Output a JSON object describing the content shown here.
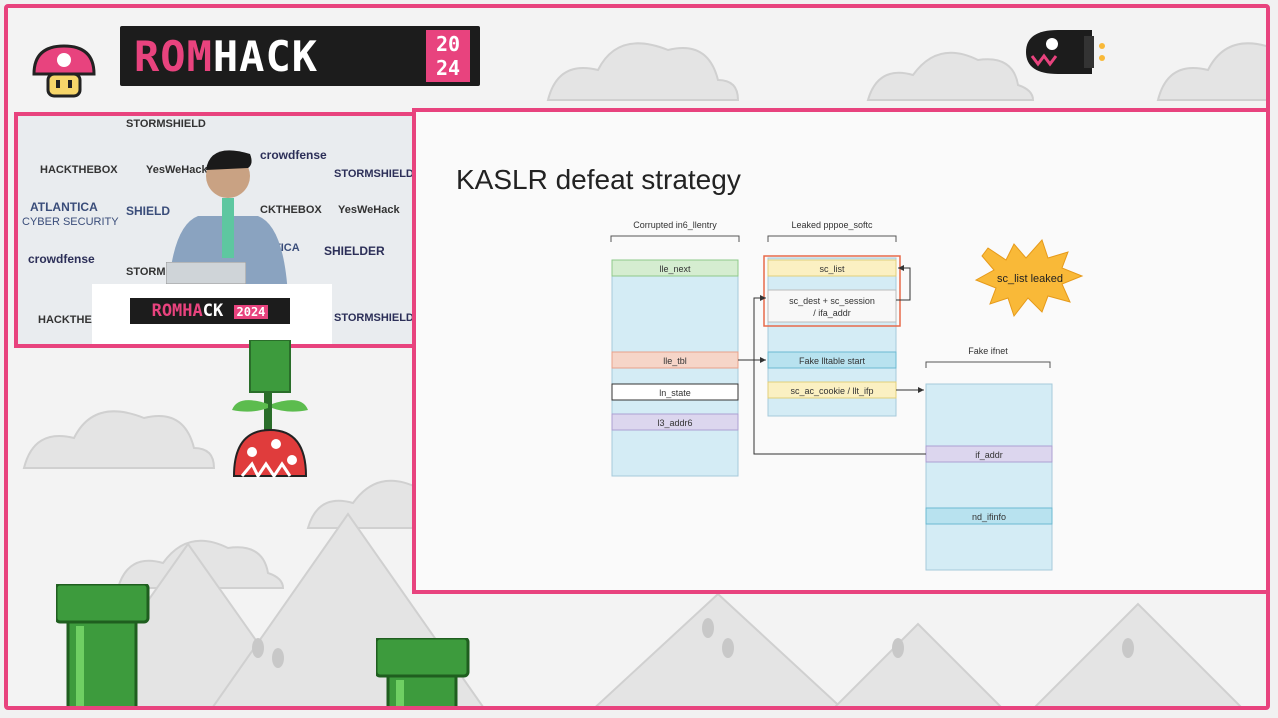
{
  "event_logo": {
    "word_a": "ROM",
    "word_b": "HA",
    "word_c": "CK",
    "year_top": "20",
    "year_bottom": "24"
  },
  "camera": {
    "sponsors": [
      "STORMSHIELD",
      "HACKTHEBOX",
      "YesWeHack",
      "crowdfense",
      "STORMSHIELD",
      "ATLANTICA",
      "CYBER SECURITY",
      "SHIELD",
      "CKTHEBOX",
      "YesWeHack",
      "crowdfense",
      "TICA",
      "SHIELDER",
      "STORMSHIELD",
      "HACKTHE",
      "STORM"
    ],
    "podium_logo_a": "ROMHA",
    "podium_logo_b": "CK",
    "podium_year": "2024"
  },
  "slide": {
    "title": "KASLR defeat strategy",
    "diagram": {
      "group1_label": "Corrupted in6_llentry",
      "group2_label": "Leaked pppoe_softc",
      "group3_label": "Fake ifnet",
      "g1_fields": [
        "lle_next",
        "lle_tbl",
        "ln_state",
        "l3_addr6"
      ],
      "g2_fields": [
        "sc_list",
        "sc_dest + sc_session",
        "/ ifa_addr",
        "Fake lltable start",
        "sc_ac_cookie / llt_ifp"
      ],
      "g3_fields": [
        "if_addr",
        "nd_ifinfo"
      ],
      "callout": "sc_list leaked"
    }
  },
  "colors": {
    "accent": "#e8437e",
    "panel": "#d4ecf5",
    "green_field": "#d5edd0",
    "orange_field": "#f6d5c8",
    "yellow_field": "#fbf0c2",
    "cyan_field": "#b8e2ef",
    "lavender_field": "#dcd6ee",
    "starburst": "#f9b938"
  }
}
